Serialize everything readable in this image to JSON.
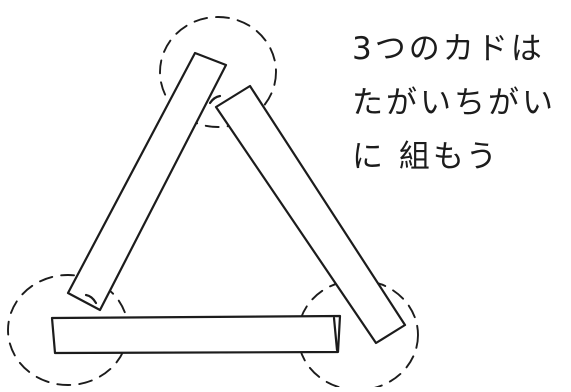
{
  "instruction": {
    "lines": [
      "3つのカドは",
      "たがいちがい",
      "に 組もう"
    ]
  },
  "diagram": {
    "line_color": "#1c1c1c",
    "background": "#ffffff"
  }
}
